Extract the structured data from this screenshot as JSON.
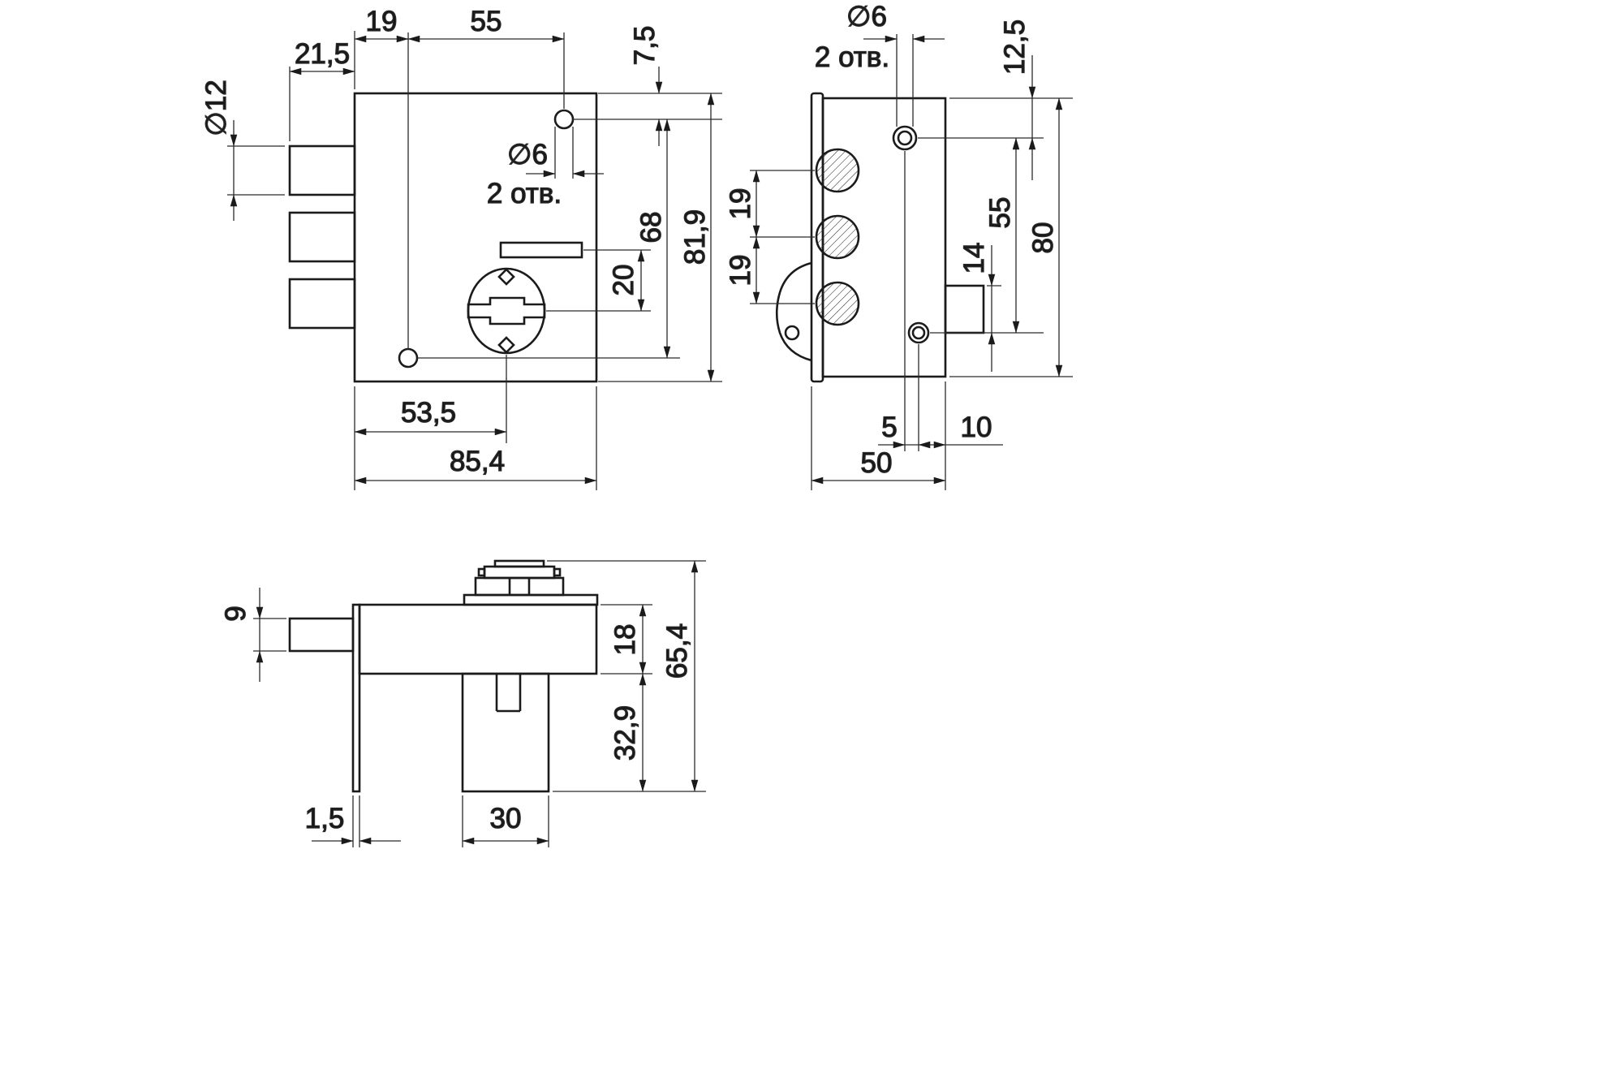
{
  "drawing": {
    "background": "#ffffff",
    "line_color": "#1b1b1b",
    "front_view": {
      "dims": {
        "bolt_protrusion": "21,5",
        "hole_left_offset": "19",
        "hole_spacing": "55",
        "bolt_diameter": "∅12",
        "hole_top_offset": "7,5",
        "hole_diameter": "∅6",
        "hole_count": "2 отв.",
        "holes_vertical_span": "68",
        "body_height": "81,9",
        "key_to_slot": "20",
        "key_center_offset": "53,5",
        "body_width": "85,4"
      }
    },
    "side_view": {
      "dims": {
        "hole_diameter": "∅6",
        "hole_count": "2 отв.",
        "hole_top_offset": "12,5",
        "bolt_pitch_upper": "19",
        "bolt_pitch_lower": "19",
        "boss_height": "14",
        "holes_vertical_span": "55",
        "body_height": "80",
        "hole_offset": "5",
        "hole_edge_offset": "10",
        "body_depth": "50"
      }
    },
    "bottom_view": {
      "dims": {
        "bolt_thickness": "9",
        "body_thickness": "18",
        "overall_height": "65,4",
        "housing_height": "32,9",
        "plate_thickness": "1,5",
        "housing_width": "30"
      }
    }
  }
}
